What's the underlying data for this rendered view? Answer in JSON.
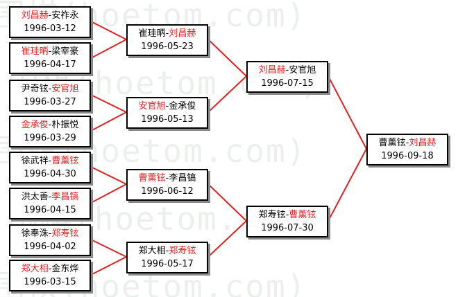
{
  "watermark": "围棋(hoetom.com)",
  "matches": [
    {
      "id": "r1-1",
      "p1": "刘昌赫",
      "p2": "安祚永",
      "winner": 1,
      "date": "1996-03-12"
    },
    {
      "id": "r1-2",
      "p1": "崔珪昞",
      "p2": "梁宰豪",
      "winner": 1,
      "date": "1996-04-17"
    },
    {
      "id": "r1-3",
      "p1": "尹奇铉",
      "p2": "安官旭",
      "winner": 2,
      "date": "1996-03-27"
    },
    {
      "id": "r1-4",
      "p1": "金承俊",
      "p2": "朴振悦",
      "winner": 1,
      "date": "1996-03-29"
    },
    {
      "id": "r1-5",
      "p1": "徐武祥",
      "p2": "曹薰铉",
      "winner": 2,
      "date": "1996-04-30"
    },
    {
      "id": "r1-6",
      "p1": "洪太善",
      "p2": "李昌镐",
      "winner": 2,
      "date": "1996-04-15"
    },
    {
      "id": "r1-7",
      "p1": "徐奉洙",
      "p2": "郑寿铉",
      "winner": 2,
      "date": "1996-04-02"
    },
    {
      "id": "r1-8",
      "p1": "郑大相",
      "p2": "金东烨",
      "winner": 1,
      "date": "1996-03-15"
    },
    {
      "id": "r2-1",
      "p1": "崔珪昞",
      "p2": "刘昌赫",
      "winner": 2,
      "date": "1996-05-23"
    },
    {
      "id": "r2-2",
      "p1": "安官旭",
      "p2": "金承俊",
      "winner": 1,
      "date": "1996-05-13"
    },
    {
      "id": "r2-3",
      "p1": "曹薰铉",
      "p2": "李昌镐",
      "winner": 1,
      "date": "1996-06-12"
    },
    {
      "id": "r2-4",
      "p1": "郑大相",
      "p2": "郑寿铉",
      "winner": 2,
      "date": "1996-05-17"
    },
    {
      "id": "r3-1",
      "p1": "刘昌赫",
      "p2": "安官旭",
      "winner": 1,
      "date": "1996-07-15"
    },
    {
      "id": "r3-2",
      "p1": "郑寿铉",
      "p2": "曹薰铉",
      "winner": 2,
      "date": "1996-07-30"
    },
    {
      "id": "final",
      "p1": "曹薰铉",
      "p2": "刘昌赫",
      "winner": 2,
      "date": "1996-09-18"
    }
  ],
  "colors": {
    "winner": "#e02020",
    "connector": "#e02020",
    "border": "#000000",
    "shadow": "#8a8a8a"
  }
}
